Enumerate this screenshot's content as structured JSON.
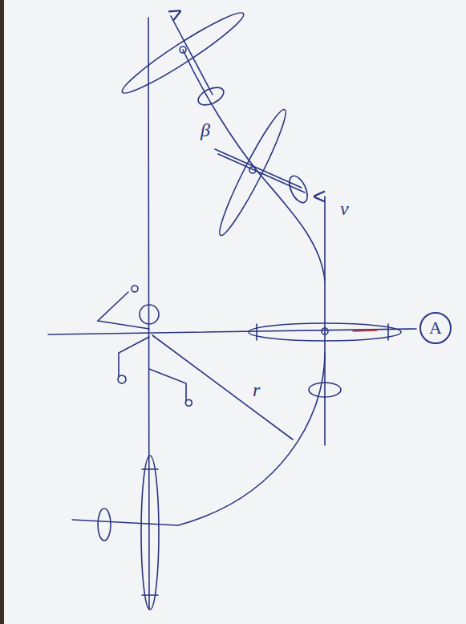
{
  "diagram": {
    "nodes": [
      {
        "text": [
          "A"
        ]
      }
    ],
    "labels": [
      "v",
      "r",
      "β"
    ]
  }
}
